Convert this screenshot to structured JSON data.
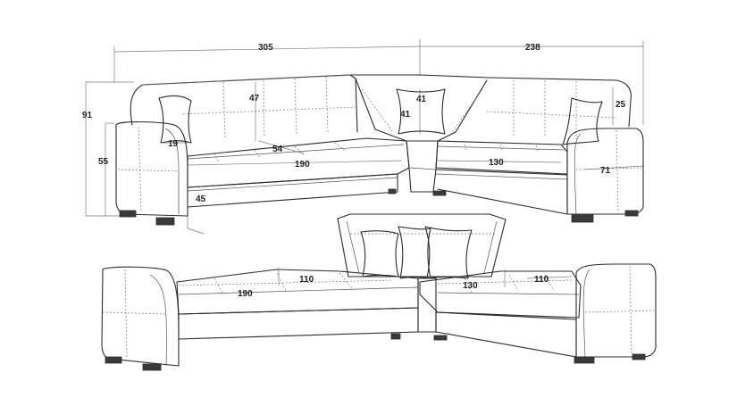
{
  "dimensions_top": {
    "total_width_left": "305",
    "total_width_right": "238",
    "total_height": "91",
    "seat_height": "55",
    "back_height_left": "47",
    "back_cushion_height": "41",
    "pillow_size": "41",
    "back_depth": "25",
    "armrest_width": "19",
    "seat_depth": "54",
    "seat_length_left": "190",
    "seat_length_right": "130",
    "arm_depth": "71",
    "base_height": "45"
  },
  "dimensions_bottom": {
    "bed_length_left": "190",
    "bed_width_left": "110",
    "bed_length_right": "130",
    "bed_width_right": "110"
  }
}
